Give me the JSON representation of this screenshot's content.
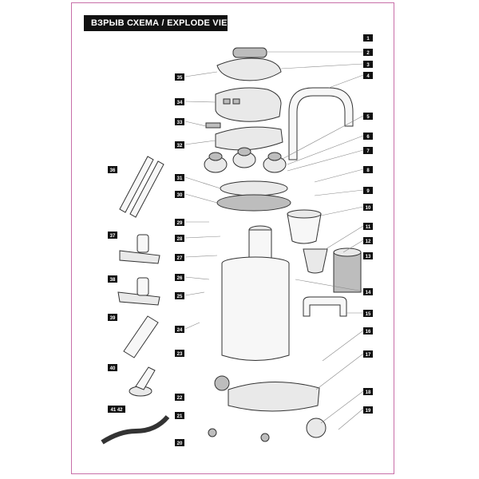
{
  "title": "ВЗРЫВ СХЕМА / EXPLODE VIEW",
  "callouts_right": [
    "1",
    "2",
    "3",
    "4",
    "5",
    "6",
    "7",
    "8",
    "9",
    "10",
    "11",
    "12",
    "13",
    "14",
    "15",
    "16",
    "17",
    "18",
    "19"
  ],
  "callouts_left": [
    "35",
    "34",
    "33",
    "32",
    "31",
    "30",
    "29",
    "28",
    "27",
    "26",
    "25",
    "24",
    "23",
    "22",
    "21",
    "20"
  ],
  "callouts_far_left": [
    "36",
    "37",
    "38",
    "39",
    "40",
    "41 42"
  ]
}
